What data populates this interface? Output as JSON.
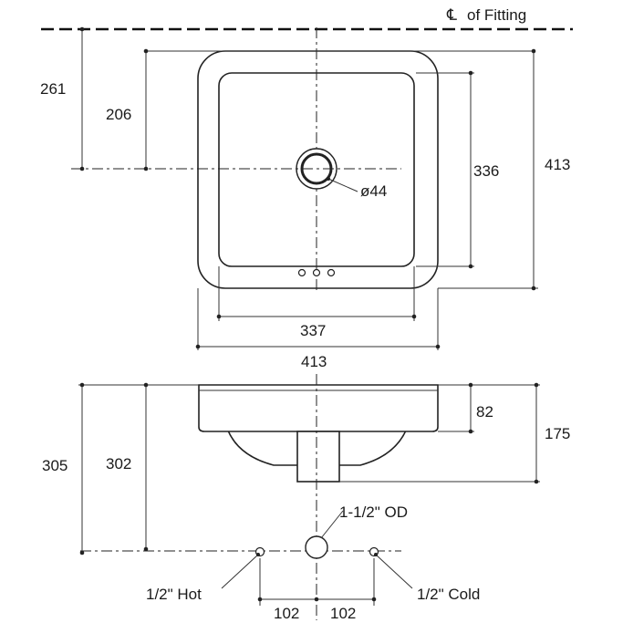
{
  "labels": {
    "cl_symbol": "℄",
    "cl_text": "of Fitting",
    "d261": "261",
    "d206": "206",
    "d336": "336",
    "d413_right": "413",
    "d44": "ø44",
    "d337": "337",
    "d413_bottom": "413",
    "d82": "82",
    "d175": "175",
    "d305": "305",
    "d302": "302",
    "od": "1-1/2\" OD",
    "hot": "1/2\" Hot",
    "cold": "1/2\" Cold",
    "d102_left": "102",
    "d102_right": "102"
  }
}
